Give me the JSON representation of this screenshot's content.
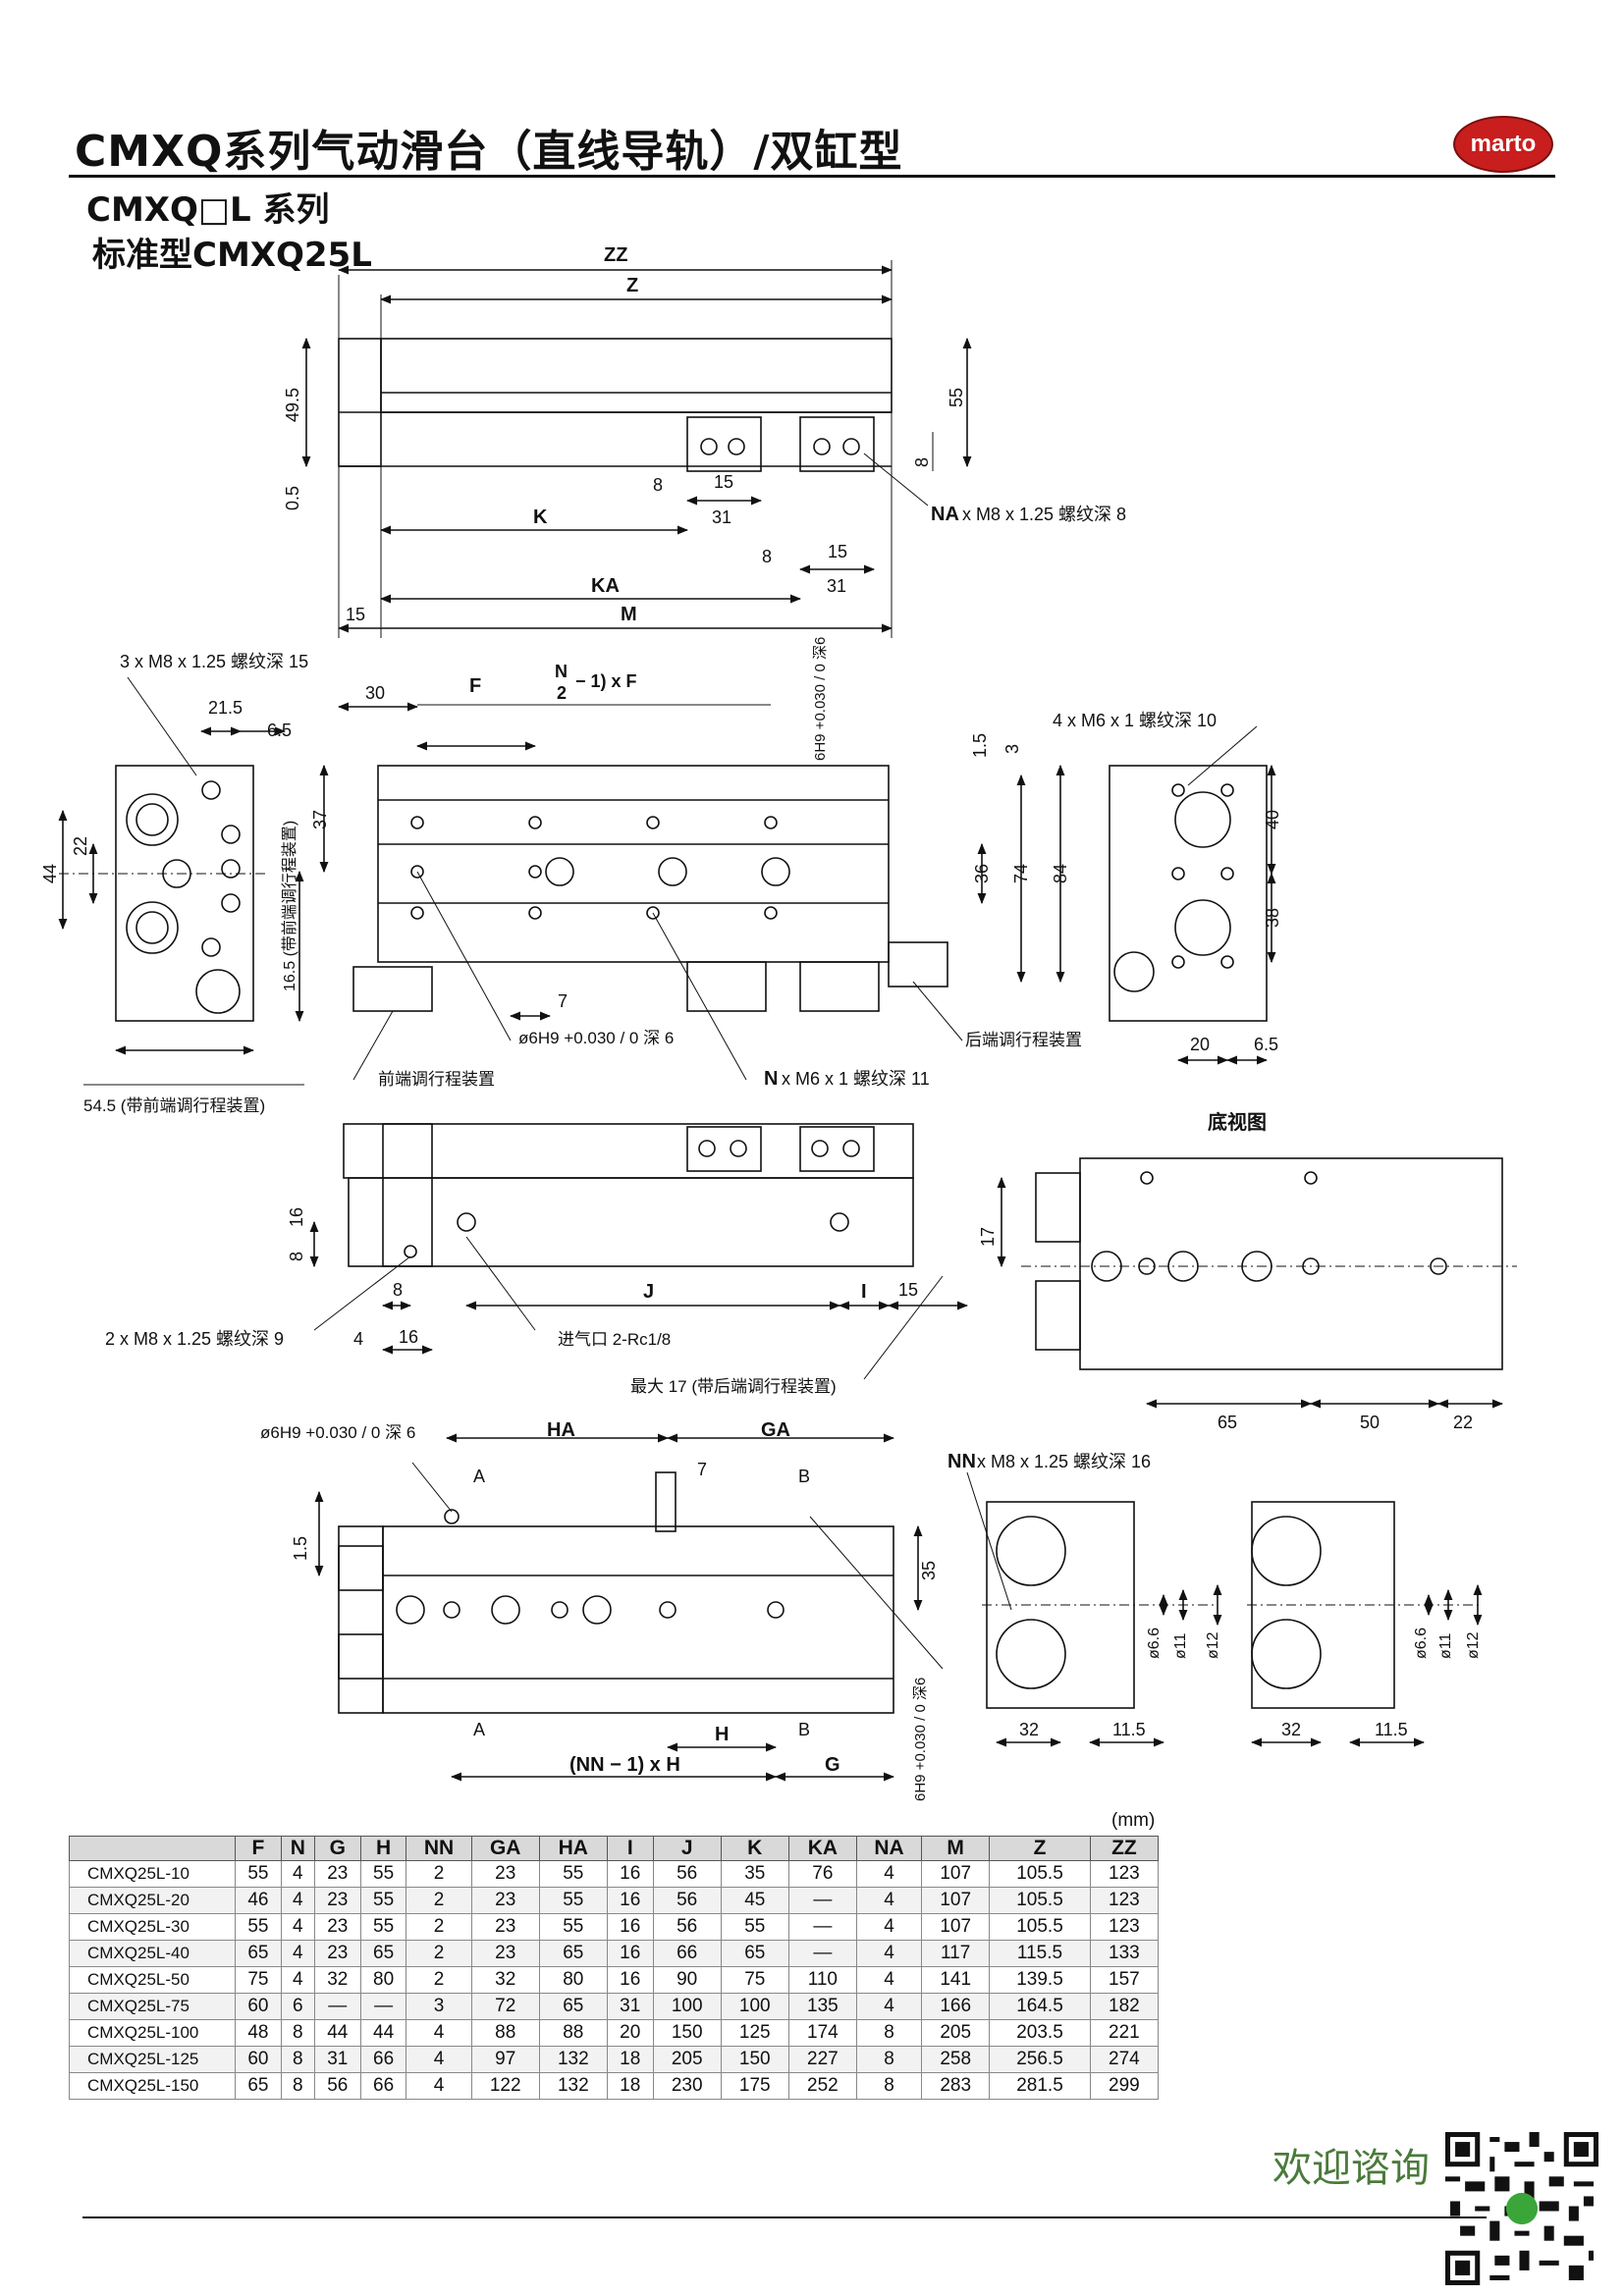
{
  "header": {
    "title": "CMXQ系列气动滑台（直线导轨）/双缸型",
    "logo_text": "marto",
    "series": "CMXQ□L 系列",
    "model": "标准型CMXQ25L"
  },
  "drawing_labels": {
    "zz": "ZZ",
    "z": "Z",
    "k": "K",
    "ka": "KA",
    "m": "M",
    "d49_5": "49.5",
    "d0_5": "0.5",
    "d55": "55",
    "d8a": "8",
    "d15a": "15",
    "d31a": "31",
    "d8b": "8",
    "d15b": "15",
    "d31b": "31",
    "d8c": "8",
    "d15c": "15",
    "na_note_a": "NA",
    "na_note_b": "x M8 x 1.25  螺纹深 8",
    "front_note": "3 x M8 x 1.25  螺纹深 15",
    "d21_5": "21.5",
    "d6_5": "6.5",
    "d37": "37",
    "d22": "22",
    "d44": "44",
    "front_adj_vert": "16.5 (带前端调行程装置)",
    "d54_5": "54.5 (带前端调行程装置)",
    "d30": "30",
    "f": "F",
    "nf_frac_n": "N",
    "nf_frac_d": "2",
    "nf_rest": "− 1) x F",
    "h9_v": "6H9 +0.030 / 0 深6",
    "d7": "7",
    "h9_note": "ø6H9 +0.030 / 0  深 6",
    "front_adj": "前端调行程装置",
    "n_note_a": "N",
    "n_note_b": "x M6 x 1  螺纹深 11",
    "d1_5a": "1.5",
    "d3": "3",
    "d36": "36",
    "d74": "74",
    "d84": "84",
    "rear_adj": "后端调行程装置",
    "side_note": "4 x M6 x 1    螺纹深 10",
    "d40": "40",
    "d38": "38",
    "d20": "20",
    "d6_5b": "6.5",
    "bottom_view": "底视图",
    "d16a": "16",
    "d8d": "8",
    "d8e": "8",
    "d4": "4",
    "d16b": "16",
    "j": "J",
    "i": "I",
    "d15d": "15",
    "d17": "17",
    "m8_note": "2 x M8 x 1.25  螺纹深 9",
    "inlet": "进气口 2-Rc1/8",
    "max17": "最大 17 (带后端调行程装置)",
    "d65": "65",
    "d50": "50",
    "d22b": "22",
    "h9_top": "ø6H9 +0.030 / 0  深 6",
    "ha": "HA",
    "ga": "GA",
    "sec_a1": "A",
    "sec_a2": "A",
    "sec_b1": "B",
    "sec_b2": "B",
    "d7b": "7",
    "d1_5b": "1.5",
    "d35": "35",
    "h": "H",
    "nnh": "(NN − 1) x H",
    "g": "G",
    "h9_side": "6H9 +0.030 / 0  深6",
    "nn_note_a": "NN",
    "nn_note_b": "x M8 x 1.25  螺纹深  16",
    "d6_6a": "ø6.6",
    "d11a": "ø11",
    "d12a": "ø12",
    "d32a": "32",
    "d11_5a": "11.5",
    "d6_6b": "ø6.6",
    "d11b": "ø11",
    "d12b": "ø12",
    "d32b": "32",
    "d11_5b": "11.5"
  },
  "table": {
    "unit": "(mm)",
    "headers": [
      "",
      "F",
      "N",
      "G",
      "H",
      "NN",
      "GA",
      "HA",
      "I",
      "J",
      "K",
      "KA",
      "NA",
      "M",
      "Z",
      "ZZ"
    ],
    "rows": [
      [
        "CMXQ25L-10",
        "55",
        "4",
        "23",
        "55",
        "2",
        "23",
        "55",
        "16",
        "56",
        "35",
        "76",
        "4",
        "107",
        "105.5",
        "123"
      ],
      [
        "CMXQ25L-20",
        "46",
        "4",
        "23",
        "55",
        "2",
        "23",
        "55",
        "16",
        "56",
        "45",
        "—",
        "4",
        "107",
        "105.5",
        "123"
      ],
      [
        "CMXQ25L-30",
        "55",
        "4",
        "23",
        "55",
        "2",
        "23",
        "55",
        "16",
        "56",
        "55",
        "—",
        "4",
        "107",
        "105.5",
        "123"
      ],
      [
        "CMXQ25L-40",
        "65",
        "4",
        "23",
        "65",
        "2",
        "23",
        "65",
        "16",
        "66",
        "65",
        "—",
        "4",
        "117",
        "115.5",
        "133"
      ],
      [
        "CMXQ25L-50",
        "75",
        "4",
        "32",
        "80",
        "2",
        "32",
        "80",
        "16",
        "90",
        "75",
        "110",
        "4",
        "141",
        "139.5",
        "157"
      ],
      [
        "CMXQ25L-75",
        "60",
        "6",
        "—",
        "—",
        "3",
        "72",
        "65",
        "31",
        "100",
        "100",
        "135",
        "4",
        "166",
        "164.5",
        "182"
      ],
      [
        "CMXQ25L-100",
        "48",
        "8",
        "44",
        "44",
        "4",
        "88",
        "88",
        "20",
        "150",
        "125",
        "174",
        "8",
        "205",
        "203.5",
        "221"
      ],
      [
        "CMXQ25L-125",
        "60",
        "8",
        "31",
        "66",
        "4",
        "97",
        "132",
        "18",
        "205",
        "150",
        "227",
        "8",
        "258",
        "256.5",
        "274"
      ],
      [
        "CMXQ25L-150",
        "65",
        "8",
        "56",
        "66",
        "4",
        "122",
        "132",
        "18",
        "230",
        "175",
        "252",
        "8",
        "283",
        "281.5",
        "299"
      ]
    ]
  },
  "footer": {
    "welcome": "欢迎谘询"
  }
}
